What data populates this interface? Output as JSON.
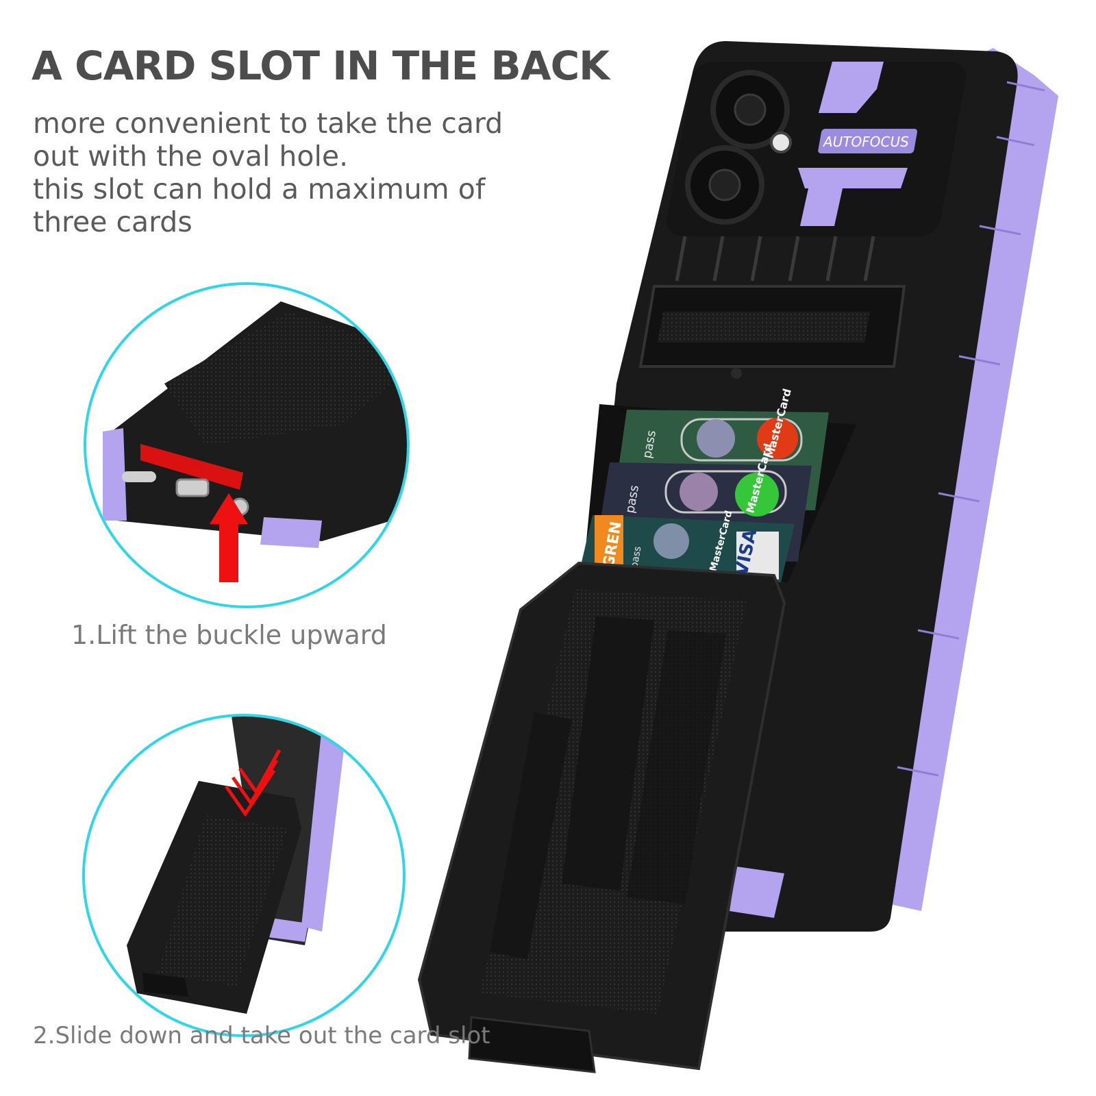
{
  "headline": "A CARD SLOT IN THE BACK",
  "description_lines": [
    "more convenient to take the card",
    "out with the oval hole.",
    "this slot can hold a maximum of",
    "three cards"
  ],
  "steps": [
    {
      "label": "1.Lift the buckle upward"
    },
    {
      "label": "2.Slide down and take out the card slot"
    }
  ],
  "camera_badge": "AUTOFOCUS",
  "card_texts": {
    "card1": [
      "pass",
      "MasterCard"
    ],
    "card2": [
      "pass",
      "MasterCard"
    ],
    "card3": [
      "GREN",
      "pass",
      "MasterCard",
      "VISA"
    ]
  },
  "colors": {
    "accent_purple": "#b4a4f0",
    "case_black": "#1a1a1a",
    "callout_circle": "#2fd6e8",
    "arrow_red": "#ee1111",
    "headline_gray": "#4d4d4d"
  }
}
